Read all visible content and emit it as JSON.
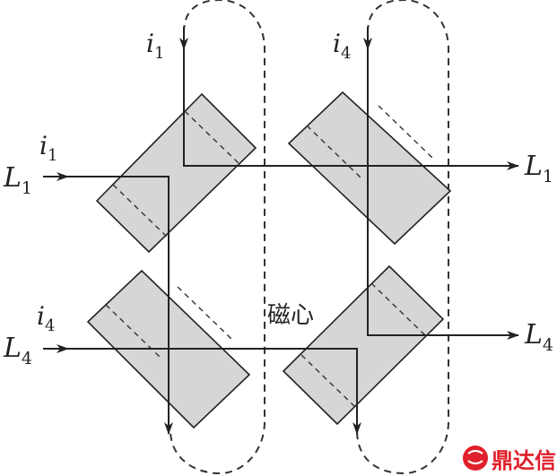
{
  "labels": {
    "i1_top": {
      "main": "i",
      "sub": "1"
    },
    "i4_top": {
      "main": "i",
      "sub": "4"
    },
    "i1_left": {
      "main": "i",
      "sub": "1"
    },
    "i4_left": {
      "main": "i",
      "sub": "4"
    },
    "L1_left": {
      "main": "L",
      "sub": "1"
    },
    "L1_right": {
      "main": "L",
      "sub": "1"
    },
    "L4_left": {
      "main": "L",
      "sub": "4"
    },
    "L4_right": {
      "main": "L",
      "sub": "4"
    },
    "core": "磁心"
  },
  "watermark": {
    "text": "鼎达信",
    "color": "#e0202a"
  },
  "colors": {
    "stroke": "#222222",
    "core_fill": "#d6d6d6",
    "dash": "#333333"
  }
}
